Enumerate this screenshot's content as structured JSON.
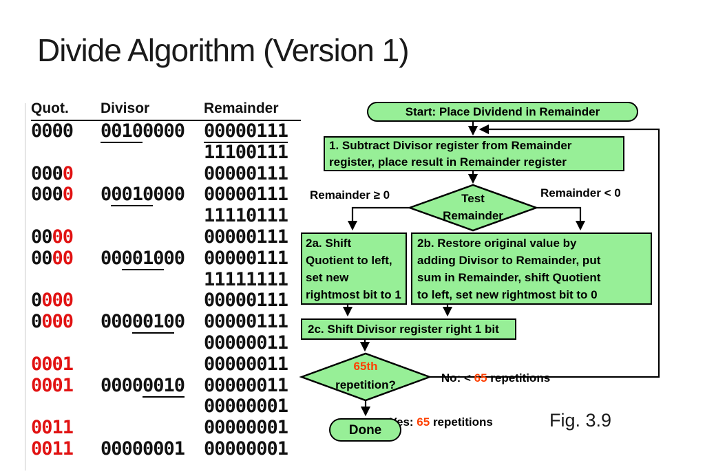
{
  "title": "Divide Algorithm (Version 1)",
  "fig_label": "Fig. 3.9",
  "colors": {
    "flow_green": "#97ef97",
    "table_red": "#e11212",
    "accent_red": "#fe4000"
  },
  "table": {
    "headers": [
      "Quot.",
      "Divisor",
      "Remainder"
    ],
    "rows": [
      {
        "quot_black": "0000",
        "quot_red": "",
        "divisor": "00100000",
        "divisor_underline": [
          0,
          4
        ],
        "remainder": "00000111",
        "remainder_underline": true
      },
      {
        "quot_black": "",
        "quot_red": "",
        "divisor": "",
        "remainder": "11100111"
      },
      {
        "quot_black": "000",
        "quot_red": "0",
        "divisor": "",
        "remainder": "00000111"
      },
      {
        "quot_black": "000",
        "quot_red": "0",
        "divisor": "00010000",
        "divisor_underline": [
          1,
          5
        ],
        "remainder": "00000111"
      },
      {
        "quot_black": "",
        "quot_red": "",
        "divisor": "",
        "remainder": "11110111"
      },
      {
        "quot_black": "00",
        "quot_red": "00",
        "divisor": "",
        "remainder": "00000111"
      },
      {
        "quot_black": "00",
        "quot_red": "00",
        "divisor": "00001000",
        "divisor_underline": [
          2,
          6
        ],
        "remainder": "00000111"
      },
      {
        "quot_black": "",
        "quot_red": "",
        "divisor": "",
        "remainder": "11111111"
      },
      {
        "quot_black": "0",
        "quot_red": "000",
        "divisor": "",
        "remainder": "00000111"
      },
      {
        "quot_black": "0",
        "quot_red": "000",
        "divisor": "00000100",
        "divisor_underline": [
          3,
          7
        ],
        "remainder": "00000111"
      },
      {
        "quot_black": "",
        "quot_red": "",
        "divisor": "",
        "remainder": "00000011"
      },
      {
        "quot_black": "",
        "quot_red": "0001",
        "divisor": "",
        "remainder": "00000011"
      },
      {
        "quot_black": "",
        "quot_red": "0001",
        "divisor": "00000010",
        "divisor_underline": [
          4,
          8
        ],
        "remainder": "00000011"
      },
      {
        "quot_black": "",
        "quot_red": "",
        "divisor": "",
        "remainder": "00000001"
      },
      {
        "quot_black": "",
        "quot_red": "0011",
        "divisor": "",
        "remainder": "00000001"
      },
      {
        "quot_black": "",
        "quot_red": "0011",
        "divisor": "00000001",
        "remainder": "00000001"
      }
    ]
  },
  "flowchart": {
    "start": "Start: Place Dividend in Remainder",
    "step1_lines": [
      "1. Subtract Divisor register from Remainder",
      "register, place result in Remainder register"
    ],
    "test_line1": "Test",
    "test_line2": "Remainder",
    "label_ge": "Remainder ≥ 0",
    "label_lt": "Remainder < 0",
    "step2a_lines": [
      "2a. Shift",
      "Quotient to left,",
      "set new",
      "rightmost bit to 1"
    ],
    "step2b_lines": [
      "2b. Restore original value by",
      "adding Divisor to Remainder, put",
      "sum in Remainder, shift Quotient",
      "to left, set new rightmost bit to 0"
    ],
    "step2c": "2c. Shift Divisor register right 1 bit",
    "dec_line1": "65th",
    "dec_line2": "repetition?",
    "no_prefix": "No: < ",
    "no_red": "65",
    "no_suffix": " repetitions",
    "yes_prefix": "Yes: ",
    "yes_red": "65",
    "yes_suffix": " repetitions",
    "done": "Done"
  }
}
